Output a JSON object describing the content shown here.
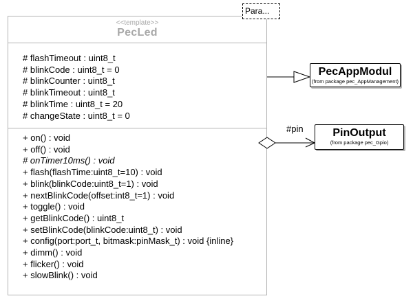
{
  "diagram": {
    "param_box": {
      "label": "Para..."
    },
    "main_class": {
      "stereotype": "<<template>>",
      "name": "PecLed",
      "attributes": [
        "# flashTimeout : uint8_t",
        "# blinkCode : uint8_t = 0",
        "# blinkCounter : uint8_t",
        "# blinkTimeout : uint8_t",
        "# blinkTime : uint8_t = 20",
        "# changeState : uint8_t = 0"
      ],
      "methods": [
        "+ on() : void",
        "+ off() : void",
        "# onTimer10ms() : void",
        "+ flash(flashTime:uint8_t=10) : void",
        "+ blink(blinkCode:uint8_t=1) : void",
        "+ nextBlinkCode(offset:int8_t=1) : void",
        "+ toggle() : void",
        "+ getBlinkCode() : uint8_t",
        "+ setBlinkCode(blinkCode:uint8_t) : void",
        "+ config(port:port_t, bitmask:pinMask_t) : void {inline}",
        "+ dimm() : void",
        "+ flicker() : void",
        "+ slowBlink() : void"
      ]
    },
    "external_classes": {
      "pecappmodul": {
        "name": "PecAppModul",
        "package": "(from package pec_AppManagement)"
      },
      "pinoutput": {
        "name": "PinOutput",
        "package": "(from package pec_Gpio)"
      }
    },
    "relations": {
      "generalization": {
        "target": "PecAppModul"
      },
      "aggregation": {
        "label": "#pin",
        "target": "PinOutput"
      }
    },
    "colors": {
      "class_border": "#b2b2b2",
      "class_header_text": "#a8a8a8",
      "connector": "#000000",
      "member_text": "#000000"
    }
  }
}
